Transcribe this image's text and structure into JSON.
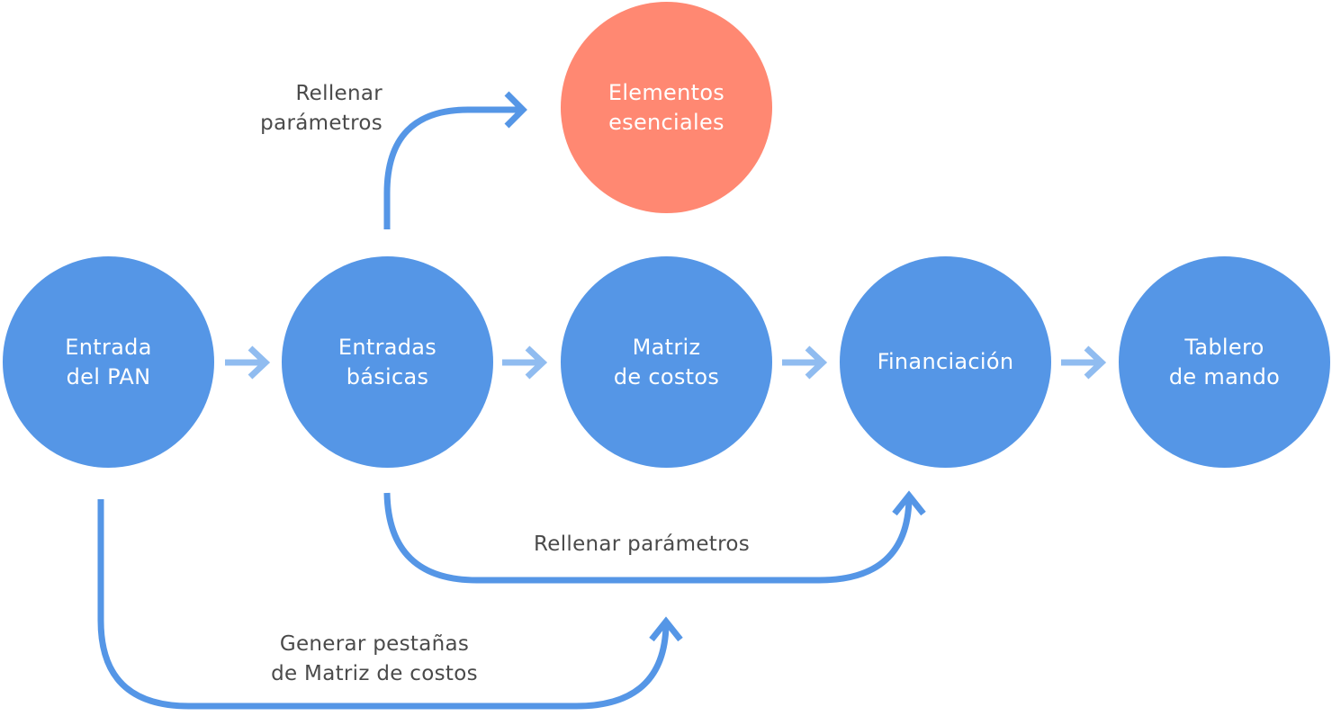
{
  "colors": {
    "node_blue": "#5596e6",
    "node_salmon": "#ff8872",
    "link_blue": "#5596e6",
    "flow_arrow": "#90bcf0",
    "label_text": "#4a4a4a"
  },
  "nodes": [
    {
      "id": "entrada-pan",
      "lines": [
        "Entrada",
        "del PAN"
      ]
    },
    {
      "id": "entradas-basicas",
      "lines": [
        "Entradas",
        "básicas"
      ]
    },
    {
      "id": "matriz-costos",
      "lines": [
        "Matriz",
        "de costos"
      ]
    },
    {
      "id": "financiacion",
      "lines": [
        "Financiación"
      ]
    },
    {
      "id": "tablero-mando",
      "lines": [
        "Tablero",
        "de mando"
      ]
    },
    {
      "id": "elementos-esenciales",
      "lines": [
        "Elementos",
        "esenciales"
      ]
    }
  ],
  "edges": [
    {
      "from": "entrada-pan",
      "to": "entradas-basicas",
      "icon": "arrow-right-icon"
    },
    {
      "from": "entradas-basicas",
      "to": "matriz-costos",
      "icon": "arrow-right-icon"
    },
    {
      "from": "matriz-costos",
      "to": "financiacion",
      "icon": "arrow-right-icon"
    },
    {
      "from": "financiacion",
      "to": "tablero-mando",
      "icon": "arrow-right-icon"
    }
  ],
  "links": [
    {
      "from": "entradas-basicas",
      "to": "elementos-esenciales",
      "label_lines": [
        "Rellenar",
        "parámetros"
      ]
    },
    {
      "from": "entradas-basicas",
      "to": "financiacion",
      "label_lines": [
        "Rellenar parámetros"
      ]
    },
    {
      "from": "entrada-pan",
      "to": "matriz-costos",
      "label_lines": [
        "Generar pestañas",
        "de Matriz de costos"
      ]
    }
  ]
}
